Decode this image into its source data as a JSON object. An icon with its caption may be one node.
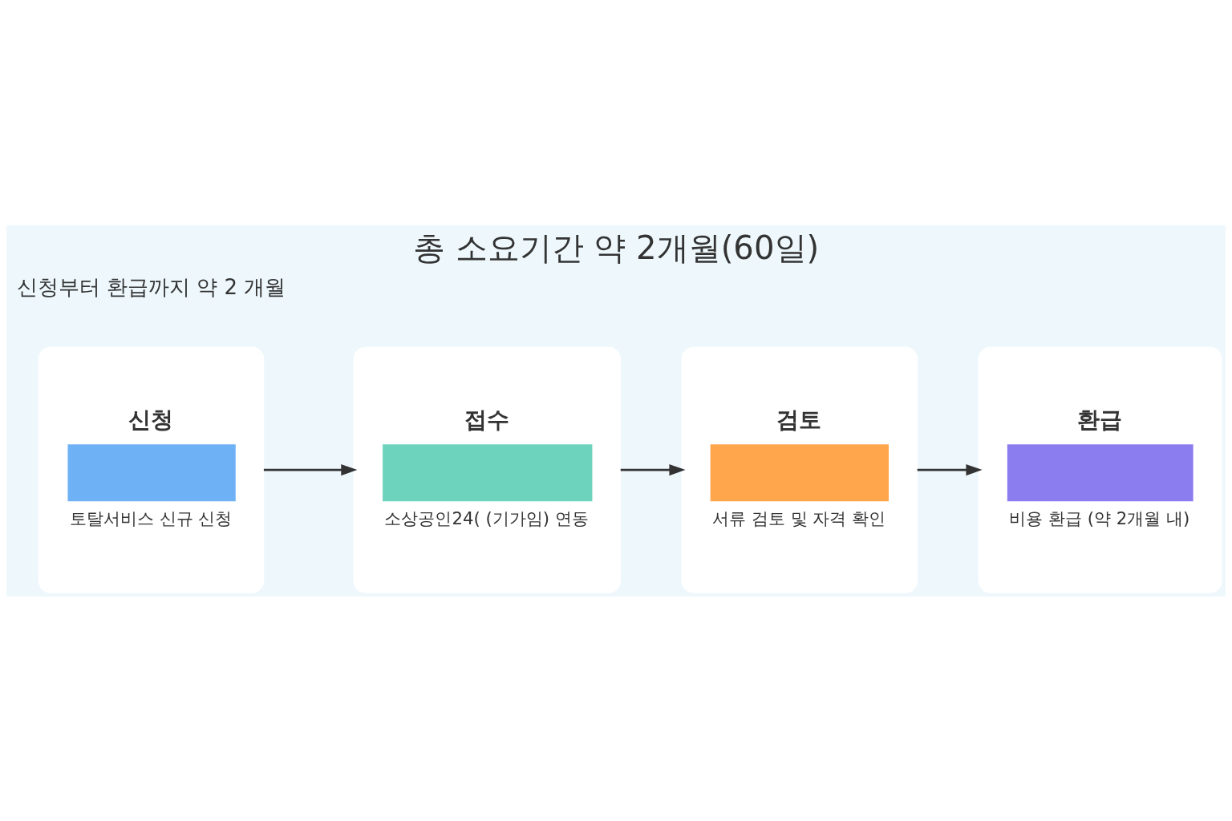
{
  "diagram": {
    "title": "총 소요기간 약 2개월(60일)",
    "nodes": [
      {
        "text": [
          "신청",
          "토탈서비스 신규 신청"
        ]
      },
      {
        "text": [
          "접수",
          "소상공인24( (기가임) 연동"
        ]
      },
      {
        "text": [
          "검토",
          "서류 검토 및 자격 확인"
        ]
      },
      {
        "text": [
          "환급",
          "비용 환급 (약 2개월 내)"
        ]
      }
    ],
    "edges": [
      {
        "from": 0,
        "to": 1,
        "arrow": "to"
      },
      {
        "from": 1,
        "to": 2,
        "arrow": "to"
      },
      {
        "from": 2,
        "to": 3,
        "arrow": "to"
      }
    ],
    "labels": [
      "신청부터 환급까지 약 2 개월"
    ]
  }
}
